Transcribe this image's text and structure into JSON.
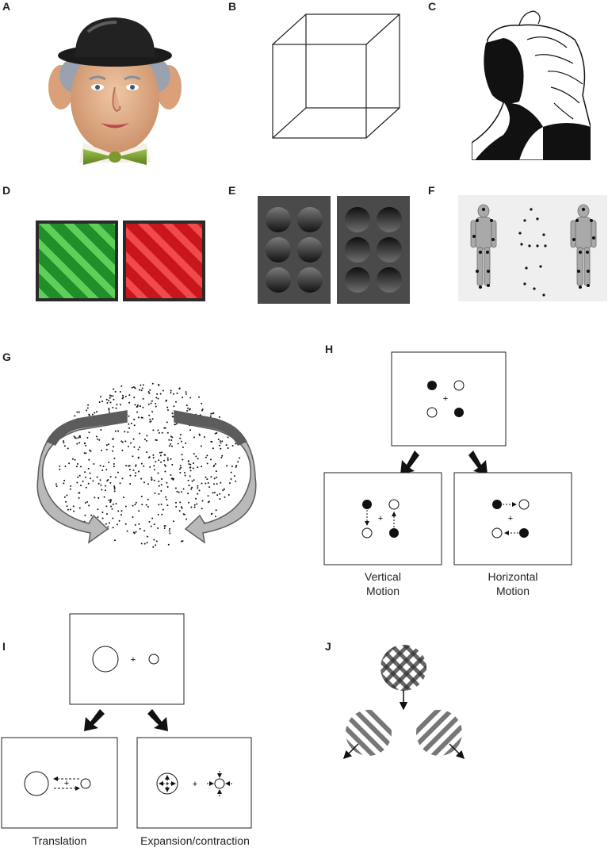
{
  "panel_labels": {
    "A": "A",
    "B": "B",
    "C": "C",
    "D": "D",
    "E": "E",
    "F": "F",
    "G": "G",
    "H": "H",
    "I": "I",
    "J": "J"
  },
  "fixation": "+",
  "captions": {
    "h_left_line1": "Vertical",
    "h_left_line2": "Motion",
    "h_right_line1": "Horizontal",
    "h_right_line2": "Motion",
    "i_left": "Translation",
    "i_right": "Expansion/contraction"
  },
  "colors": {
    "green": "#1f8f2a",
    "red": "#c8161b",
    "dark_gray": "#4a4a4a",
    "arrow_dark": "#5c5c5c",
    "arrow_light": "#b9b9b9",
    "figure_bg": "#efefef"
  },
  "icons": {
    "A": "bowler-hat-face-illustration",
    "C": "old-woman-young-woman-illusion",
    "F": "walking-mannequin-point-light-figure"
  }
}
